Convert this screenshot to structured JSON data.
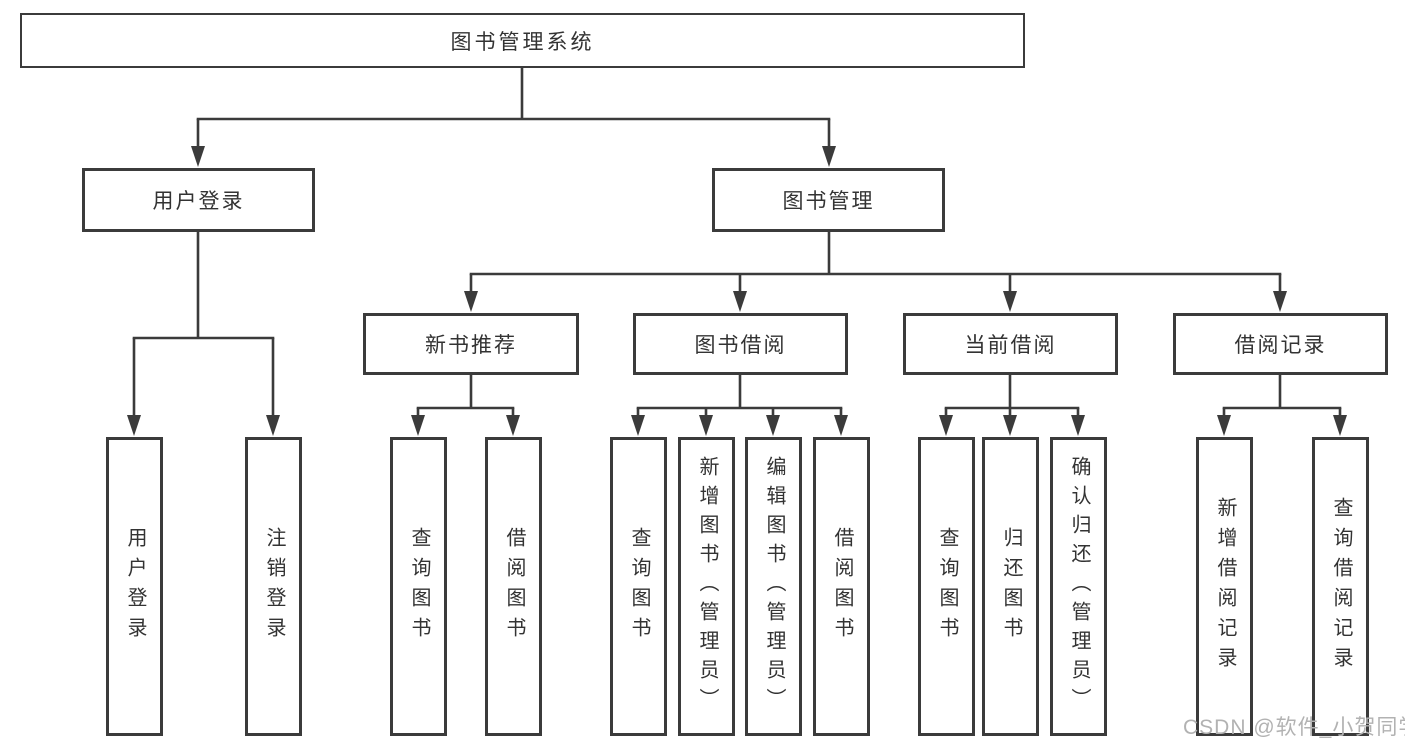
{
  "colors": {
    "line": "#3b3b3b",
    "text": "#333333",
    "watermark": "#b2b2b2",
    "background": "#ffffff"
  },
  "watermark": "CSDN @软件_小贺同学",
  "tree": {
    "root": {
      "label": "图书管理系统"
    },
    "branches": [
      {
        "label": "用户登录",
        "children": [
          {
            "label": "用户登录"
          },
          {
            "label": "注销登录"
          }
        ]
      },
      {
        "label": "图书管理",
        "children": [
          {
            "label": "新书推荐",
            "children": [
              {
                "label": "查询图书"
              },
              {
                "label": "借阅图书"
              }
            ]
          },
          {
            "label": "图书借阅",
            "children": [
              {
                "label": "查询图书"
              },
              {
                "label": "新增图书（管理员）"
              },
              {
                "label": "编辑图书（管理员）"
              },
              {
                "label": "借阅图书"
              }
            ]
          },
          {
            "label": "当前借阅",
            "children": [
              {
                "label": "查询图书"
              },
              {
                "label": "归还图书"
              },
              {
                "label": "确认归还（管理员）"
              }
            ]
          },
          {
            "label": "借阅记录",
            "children": [
              {
                "label": "新增借阅记录"
              },
              {
                "label": "查询借阅记录"
              }
            ]
          }
        ]
      }
    ]
  }
}
